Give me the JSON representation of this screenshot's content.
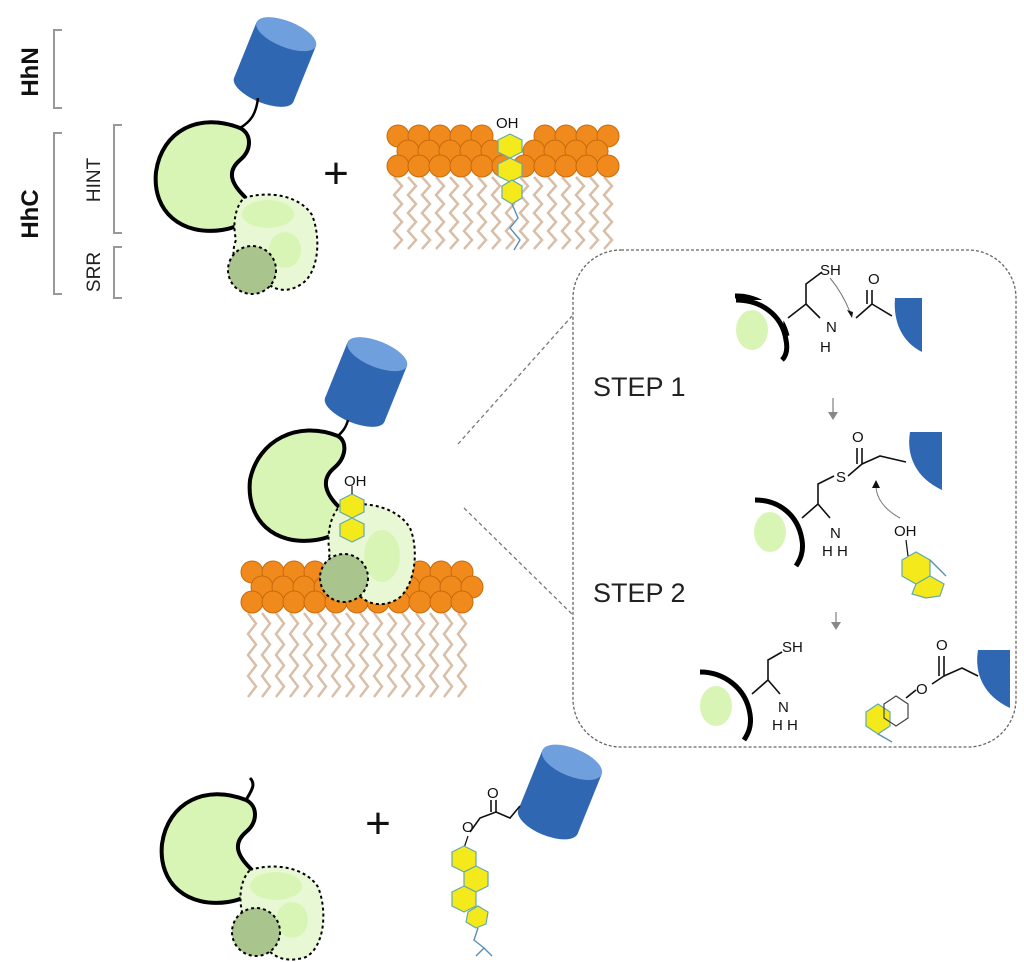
{
  "colors": {
    "domain_fill": "#d9f5b5",
    "domain_stroke": "#000000",
    "cylinder": "#2f67b2",
    "cylinder_top": "#6f9fdc",
    "lipid_head": "#f08a1c",
    "lipid_tail": "#d9bfa8",
    "srr_fill": "#a9c48c",
    "sterol": "#f4e91a"
  },
  "labels": {
    "hhn": "HhN",
    "hhc": "HhC",
    "hint": "HINT",
    "srr": "SRR",
    "plus_top": "+",
    "plus_bottom": "+"
  },
  "steps": {
    "step1": "STEP 1",
    "step2": "STEP 2"
  },
  "atoms": {
    "sh": "SH",
    "n": "N",
    "h": "H",
    "o": "O",
    "s": "S",
    "hh": "H H",
    "oh": "OH"
  }
}
